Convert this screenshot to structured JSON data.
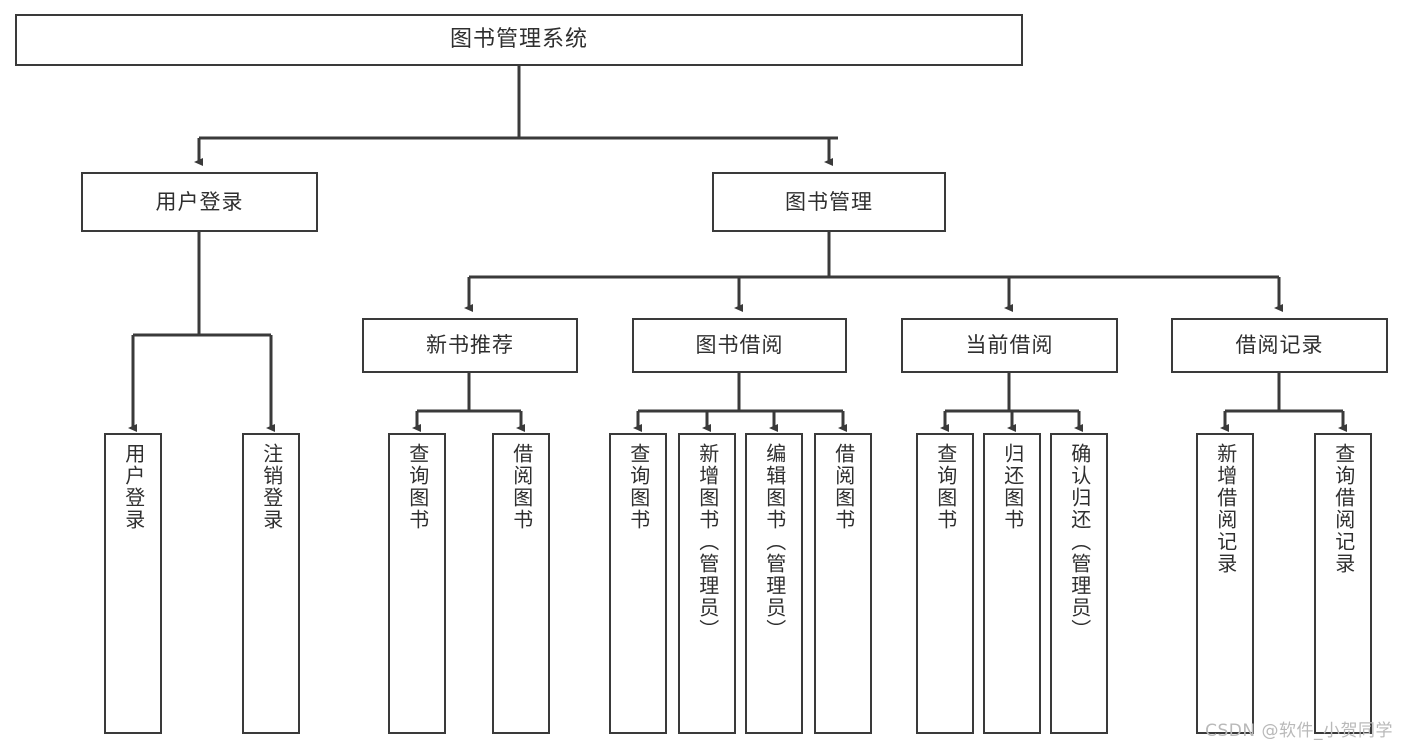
{
  "diagram": {
    "title": "图书管理系统",
    "watermark": "CSDN @软件_小贺同学",
    "colors": {
      "stroke": "#3a3a3a",
      "text": "#2f2f2f",
      "background": "#ffffff",
      "watermark": "#b9b9b9"
    },
    "root": {
      "label": "图书管理系统"
    },
    "level2": [
      {
        "label": "用户登录"
      },
      {
        "label": "图书管理"
      }
    ],
    "level3": [
      {
        "label": "新书推荐"
      },
      {
        "label": "图书借阅"
      },
      {
        "label": "当前借阅"
      },
      {
        "label": "借阅记录"
      }
    ],
    "leaves": {
      "user_login": [
        {
          "label": "用户登录"
        },
        {
          "label": "注销登录"
        }
      ],
      "new_book": [
        {
          "label": "查询图书"
        },
        {
          "label": "借阅图书"
        }
      ],
      "book_borrow": [
        {
          "label": "查询图书"
        },
        {
          "label": "新增图书（管理员）"
        },
        {
          "label": "编辑图书（管理员）"
        },
        {
          "label": "借阅图书"
        }
      ],
      "current_borrow": [
        {
          "label": "查询图书"
        },
        {
          "label": "归还图书"
        },
        {
          "label": "确认归还（管理员）"
        }
      ],
      "borrow_record": [
        {
          "label": "新增借阅记录"
        },
        {
          "label": "查询借阅记录"
        }
      ]
    }
  }
}
